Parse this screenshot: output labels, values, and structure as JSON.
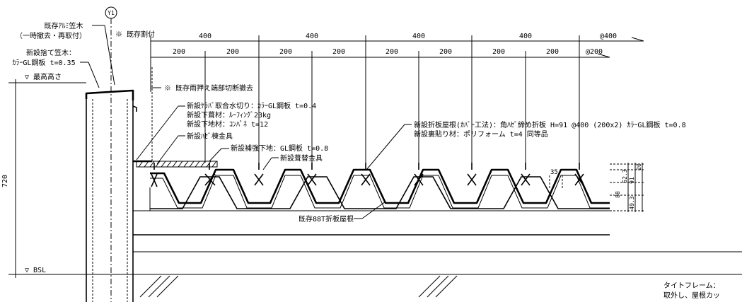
{
  "grid": {
    "label": "Y1"
  },
  "dims": {
    "existing_note": "※ 既存割付",
    "top": [
      "400",
      "400",
      "400",
      "400"
    ],
    "top_end": "@400",
    "sub": [
      "200",
      "200",
      "200",
      "200",
      "200",
      "200",
      "200",
      "200"
    ],
    "sub_end": "@200",
    "height": "720",
    "rib_pitch": "35",
    "right_stack": [
      "20",
      "52.3",
      "91",
      "88",
      "49.3"
    ]
  },
  "levels": {
    "top": "▽ 最高高さ",
    "bsl": "▽ BSL"
  },
  "notes": {
    "coping_existing_1": "既存ｱﾙﾐ笠木",
    "coping_existing_2": "（一時撤去・再取付）",
    "coping_new_1": "新設捨て笠木：",
    "coping_new_2": "ｶﾗｰGL鋼板 t=0.35",
    "flashing_remove": "※ 既存雨押え端部切断撤去",
    "keraba_1": "新設ｹﾗﾊﾞ取合水切り：ｶﾗｰGL鋼板 t=0.4",
    "keraba_2": "新設下葺材：ﾙｰﾌｨﾝｸﾞ23kg",
    "keraba_3": "新設下地材：ｺﾝﾊﾟﾈ t=12",
    "hase_bracket": "新設ﾊｾﾞ棟金具",
    "reinforce": "新設補強下地：GL鋼板 t=0.8",
    "roof_bracket": "新設葺替金具",
    "roof_new_1": "新設折板屋根(ｶﾊﾞｰ工法)：角ﾊｾﾞ締め折板 H=91 @400 (200x2)  ｶﾗｰGL鋼板 t=0.8",
    "roof_new_2": "新設裏貼り材：ポリフォーム t=4  同等品",
    "existing_roof": "既存88T折板屋根",
    "tight_1": "タイトフレーム：",
    "tight_2": "取外し、屋根カッ"
  }
}
